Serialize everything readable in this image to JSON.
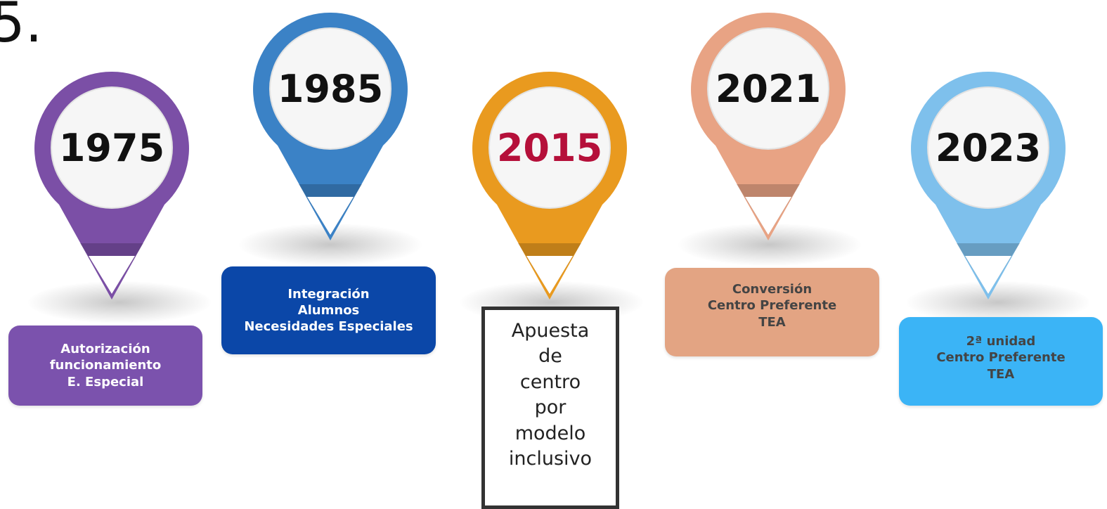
{
  "edge_fragment": "5.",
  "milestones": [
    {
      "year": "1975",
      "color": "#7b4fa6",
      "color_light": "#9a6fc2",
      "year_color": "#111111",
      "label_bg": "#7b52ad",
      "label_lines": [
        "Autorización",
        "funcionamiento",
        "E. Especial"
      ]
    },
    {
      "year": "1985",
      "color": "#3b82c6",
      "color_light": "#5ea2dd",
      "year_color": "#111111",
      "label_bg": "#0b47a8",
      "label_lines": [
        "Integración",
        "Alumnos",
        "Necesidades Especiales"
      ]
    },
    {
      "year": "2015",
      "color": "#e99a1f",
      "color_light": "#f5b53a",
      "year_color": "#b5103a",
      "label_lines": [
        "Apuesta",
        "de",
        "centro",
        "por",
        "modelo",
        "inclusivo"
      ]
    },
    {
      "year": "2021",
      "color": "#e8a384",
      "color_light": "#f2bba0",
      "year_color": "#111111",
      "label_bg": "#e3a483",
      "label_text_color": "#444444",
      "label_lines": [
        "Conversión",
        "Centro Preferente",
        "TEA"
      ]
    },
    {
      "year": "2023",
      "color": "#7ec0ec",
      "color_light": "#9ed3f5",
      "year_color": "#111111",
      "label_bg": "#3bb4f6",
      "label_text_color": "#444444",
      "label_lines": [
        "2ª unidad",
        "Centro Preferente",
        "TEA"
      ]
    }
  ]
}
